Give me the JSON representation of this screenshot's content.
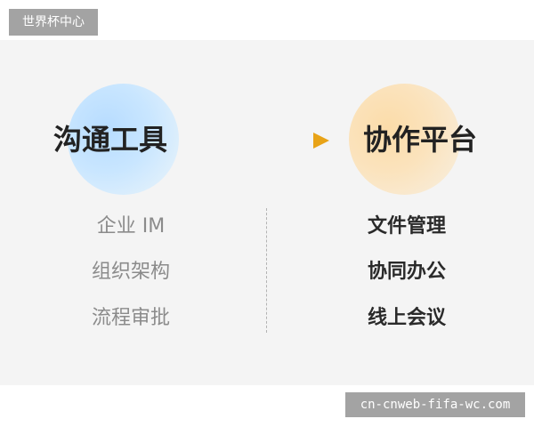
{
  "header": {
    "badge": "世界杯中心"
  },
  "diagram": {
    "from": {
      "title": "沟通工具",
      "items": [
        "企业 IM",
        "组织架构",
        "流程审批"
      ]
    },
    "to": {
      "title": "协作平台",
      "items": [
        "文件管理",
        "协同办公",
        "线上会议"
      ]
    },
    "colors": {
      "left_circle": "#c9e6ff",
      "right_circle": "#fbe3bd",
      "arrow_start": "#2e86de",
      "arrow_end": "#e8a317"
    }
  },
  "watermark": "cn-cnweb-fifa-wc.com"
}
